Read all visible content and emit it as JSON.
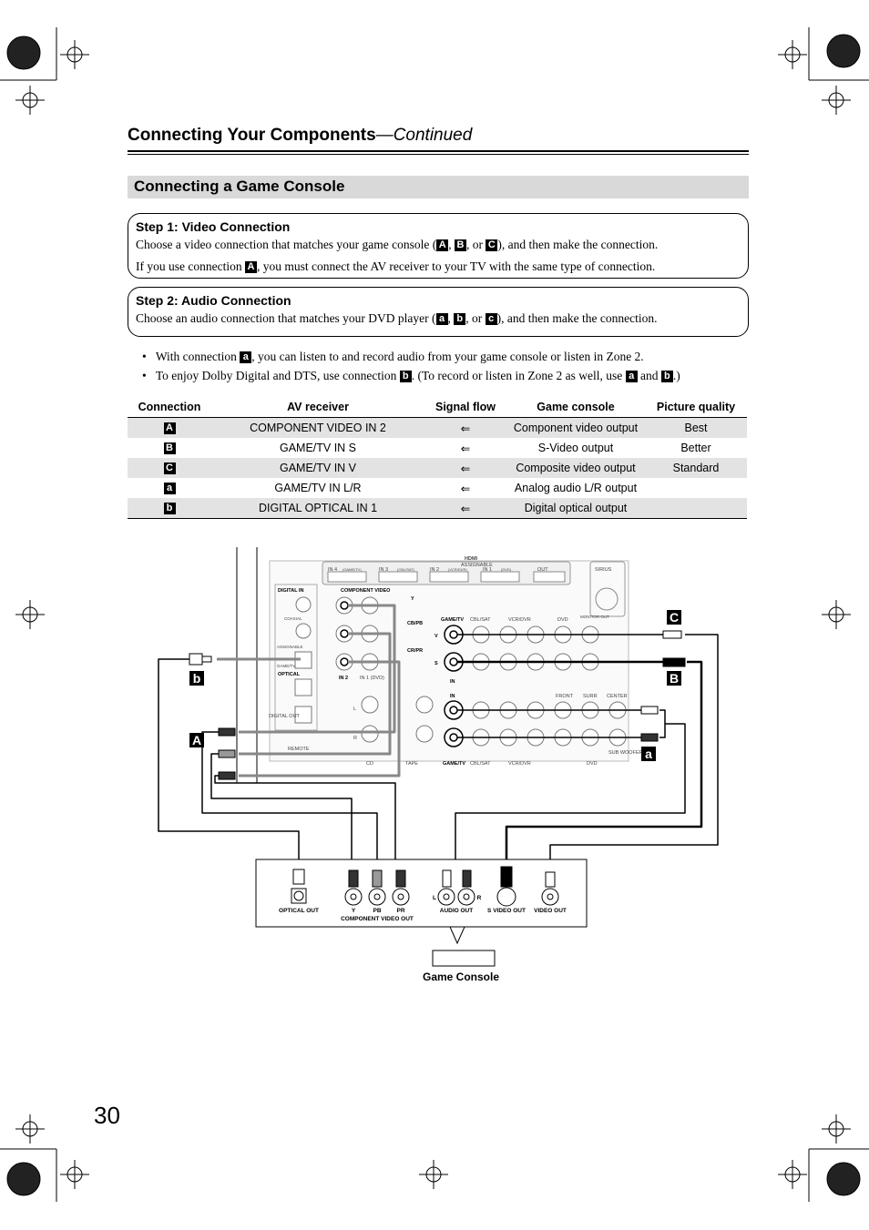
{
  "header": {
    "title": "Connecting Your Components",
    "continued": "—Continued"
  },
  "section": {
    "title": "Connecting a Game Console"
  },
  "step1": {
    "title": "Step 1: Video Connection",
    "line1_a": "Choose a video connection that matches your game console (",
    "line1_b": ", ",
    "line1_c": ", or ",
    "line1_d": "), and then make the connection.",
    "line2_a": "If you use connection ",
    "line2_b": ", you must connect the AV receiver to your TV with the same type of connection."
  },
  "step2": {
    "title": "Step 2: Audio Connection",
    "line1_a": "Choose an audio connection that matches your DVD player (",
    "line1_b": ", ",
    "line1_c": ", or ",
    "line1_d": "), and then make the connection."
  },
  "keys": {
    "A": "A",
    "B": "B",
    "C": "C",
    "a": "a",
    "b": "b",
    "c": "c"
  },
  "bullets": {
    "b1_a": "With connection ",
    "b1_b": ", you can listen to and record audio from your game console or listen in Zone 2.",
    "b2_a": "To enjoy Dolby Digital and DTS, use connection ",
    "b2_b": ". (To record or listen in Zone 2 as well, use ",
    "b2_c": " and ",
    "b2_d": ".)"
  },
  "table": {
    "headers": [
      "Connection",
      "AV receiver",
      "Signal flow",
      "Game console",
      "Picture quality"
    ],
    "rows": [
      {
        "conn": "A",
        "receiver": "COMPONENT VIDEO IN 2",
        "flow": "⇐",
        "console": "Component video output",
        "quality": "Best"
      },
      {
        "conn": "B",
        "receiver": "GAME/TV IN S",
        "flow": "⇐",
        "console": "S-Video output",
        "quality": "Better"
      },
      {
        "conn": "C",
        "receiver": "GAME/TV IN V",
        "flow": "⇐",
        "console": "Composite video output",
        "quality": "Standard"
      },
      {
        "conn": "a",
        "receiver": "GAME/TV IN L/R",
        "flow": "⇐",
        "console": "Analog audio L/R output",
        "quality": ""
      },
      {
        "conn": "b",
        "receiver": "DIGITAL OPTICAL IN 1",
        "flow": "⇐",
        "console": "Digital optical output",
        "quality": ""
      }
    ]
  },
  "diagram": {
    "hdmi": "HDMI",
    "assignable": "ASSIGNABLE",
    "in4": "IN 4",
    "in4sub": "(GAME/TV)",
    "in3": "IN 3",
    "in3sub": "(CBL/SAT)",
    "in2": "IN 2",
    "in2sub": "(VCR/DVR)",
    "in1": "IN 1",
    "in1sub": "(DVD)",
    "out": "OUT",
    "sirius": "SIRIUS",
    "digital_in": "DIGITAL IN",
    "coaxial": "COAXIAL",
    "optical": "OPTICAL",
    "gametv_small": "GAME/TV",
    "digital_out": "DIGITAL OUT",
    "remote": "REMOTE",
    "component_video": "COMPONENT VIDEO",
    "y": "Y",
    "cb": "CB/PB",
    "cr": "CR/PR",
    "in_2": "IN 2",
    "in_1dvd": "IN 1 (DVD)",
    "gametv": "GAME/TV",
    "cblsat": "CBL/SAT",
    "vcrdvr": "VCR/DVR",
    "dvd": "DVD",
    "monitor_out": "MONITOR OUT",
    "v": "V",
    "s": "S",
    "in": "IN",
    "front": "FRONT",
    "surr": "SURR",
    "center": "CENTER",
    "sub_woofer": "SUB WOOFER",
    "cd": "CD",
    "tape": "TAPE",
    "l": "L",
    "r": "R",
    "label_C": "C",
    "label_B": "B",
    "label_b": "b",
    "label_A": "A",
    "label_a": "a",
    "optical_out": "OPTICAL OUT",
    "cv_y": "Y",
    "cv_pb": "PB",
    "cv_pr": "PR",
    "component_video_out": "COMPONENT VIDEO OUT",
    "audio_out": "AUDIO OUT",
    "s_video_out": "S VIDEO OUT",
    "video_out": "VIDEO OUT",
    "console_caption": "Game Console"
  },
  "page_number": "30"
}
